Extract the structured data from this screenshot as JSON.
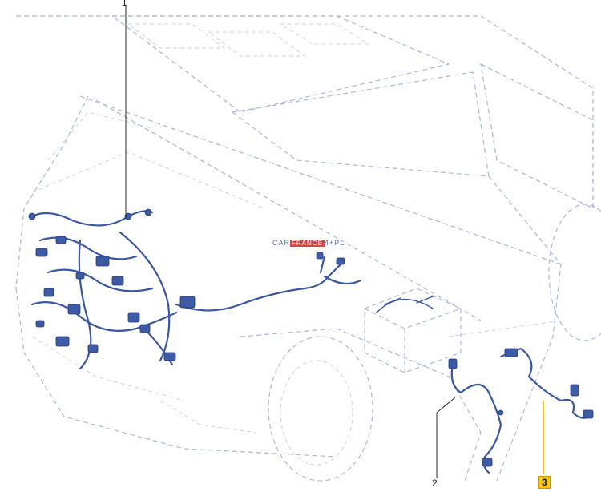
{
  "callouts": [
    {
      "id": "1",
      "label": "1",
      "highlighted": false
    },
    {
      "id": "2",
      "label": "2",
      "highlighted": false
    },
    {
      "id": "3",
      "label": "3",
      "highlighted": true
    }
  ],
  "watermark": {
    "left": "CAR",
    "middle": "FRANCE",
    "right": "4+PL"
  },
  "colors": {
    "outline": "#aab9d9",
    "harness": "#3a57a0",
    "highlight": "#f5c518"
  }
}
